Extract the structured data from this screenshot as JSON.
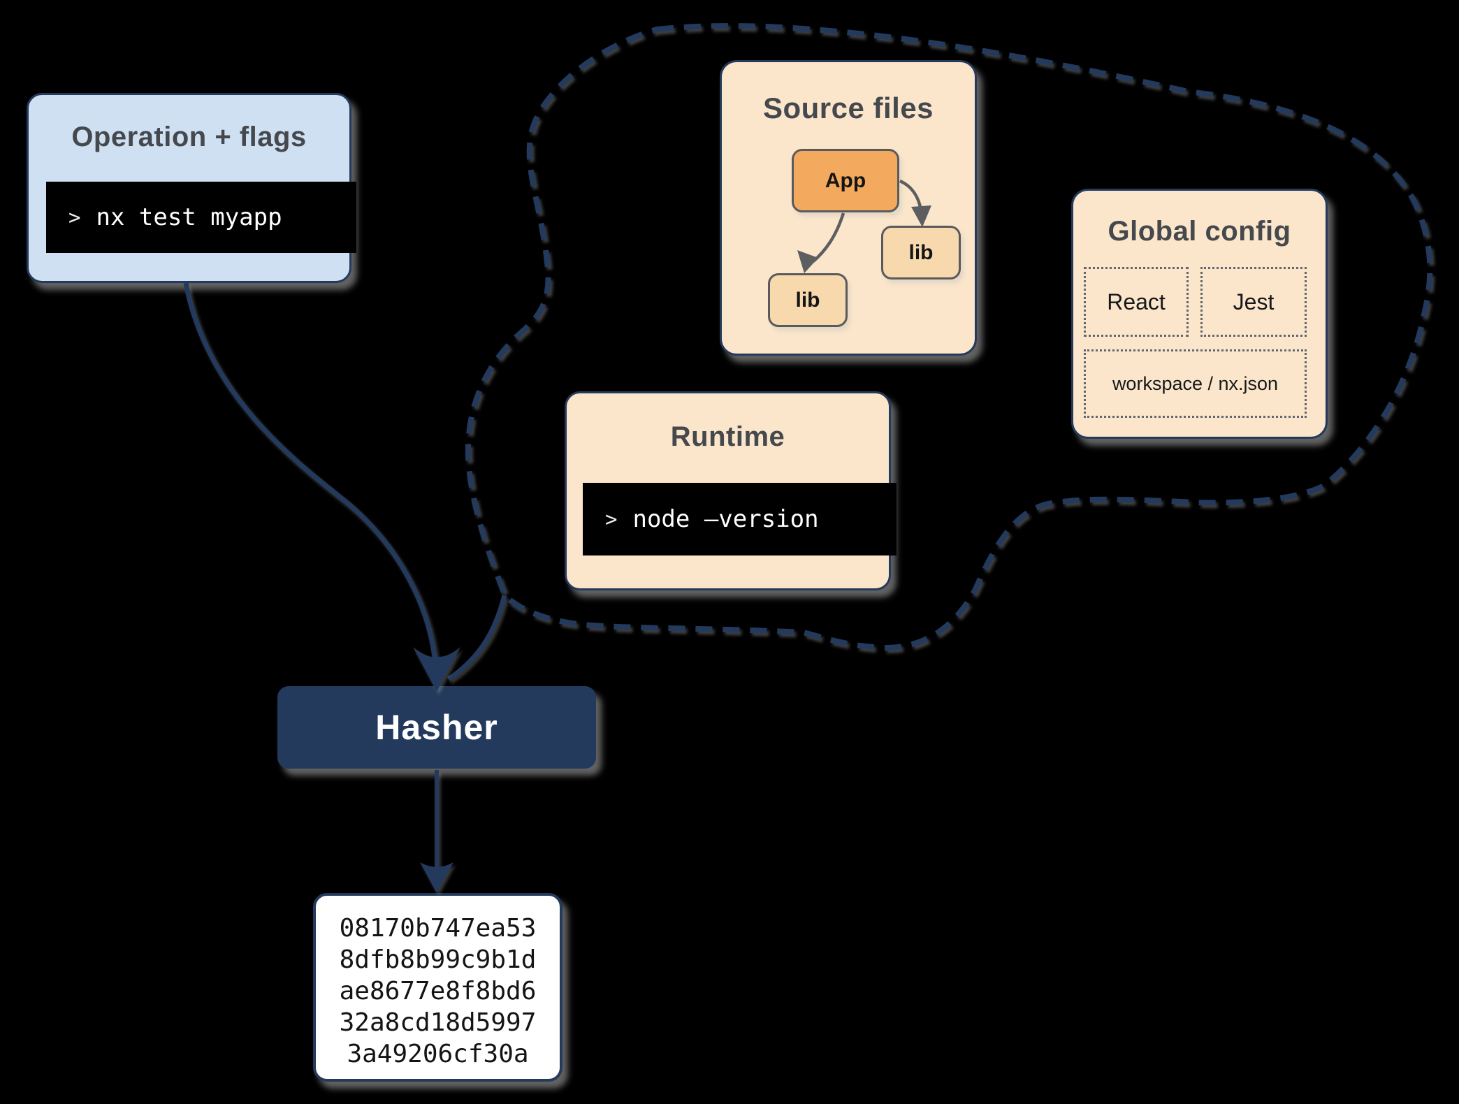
{
  "colors": {
    "navy": "#243a5c",
    "blue_fill": "#cfe0f3",
    "peach_fill": "#fbe6cb",
    "orange_fill": "#f3a95e",
    "light_orange_fill": "#f8d9ae",
    "terminal_bg": "#000000",
    "terminal_text": "#ffffff",
    "title_text": "#45484d",
    "node_border_gray": "#595a5c",
    "dotted_border": "#606672",
    "hasher_bg": "#243a5c",
    "hash_text": "#141414",
    "inner_arrow": "#5d5e60",
    "white": "#ffffff"
  },
  "operation": {
    "title": "Operation + flags",
    "prompt": ">",
    "command": "nx test myapp"
  },
  "source_files": {
    "title": "Source files",
    "nodes": [
      {
        "label": "App"
      },
      {
        "label": "lib"
      },
      {
        "label": "lib"
      }
    ]
  },
  "global_config": {
    "title": "Global config",
    "items": [
      "React",
      "Jest",
      "workspace / nx.json"
    ]
  },
  "runtime": {
    "title": "Runtime",
    "prompt": ">",
    "command": "node –version"
  },
  "hasher": {
    "label": "Hasher"
  },
  "hash_output": {
    "lines": [
      "08170b747ea53",
      "8dfb8b99c9b1d",
      "ae8677e8f8bd6",
      "32a8cd18d5997",
      "3a49206cf30a"
    ]
  }
}
